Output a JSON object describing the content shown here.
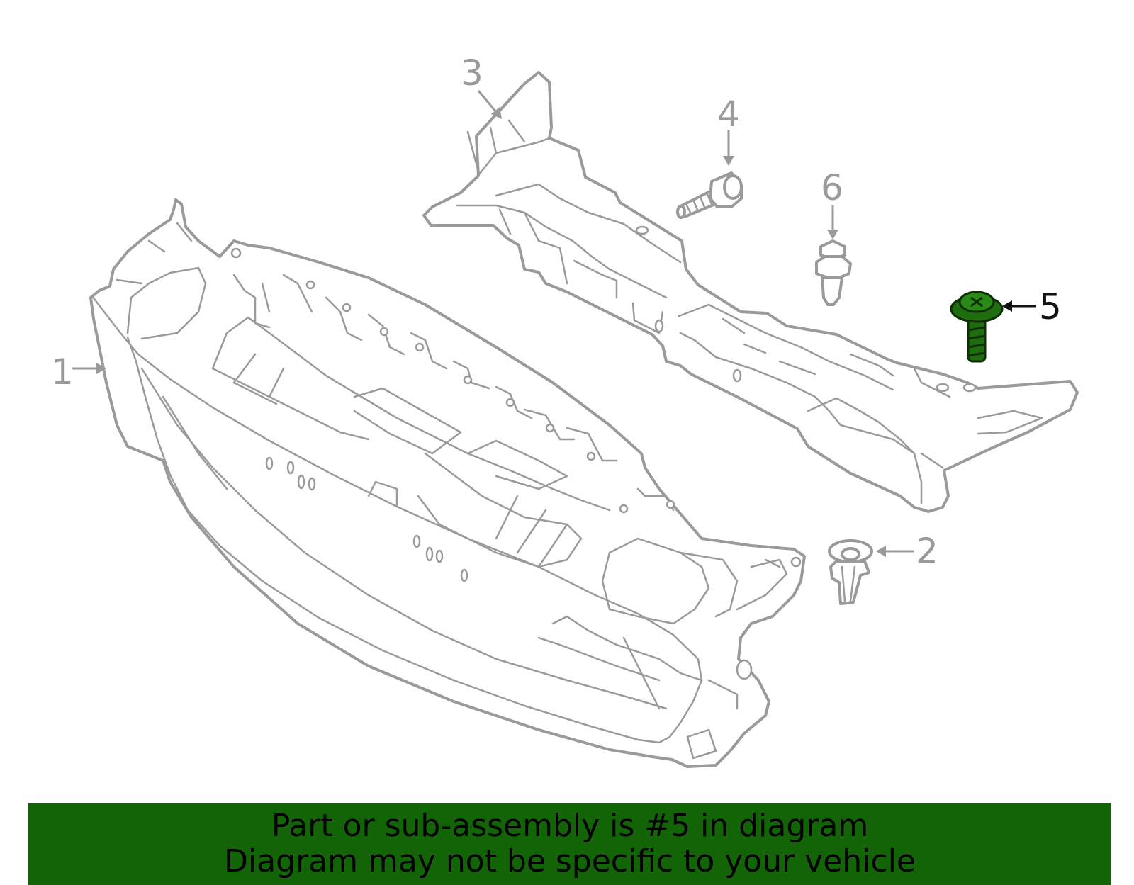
{
  "callouts": {
    "part1": "1",
    "part2": "2",
    "part3": "3",
    "part4": "4",
    "part5": "5",
    "part6": "6"
  },
  "highlighted_part": "5",
  "colors": {
    "banner_background": "#136307",
    "highlight_fill": "#1e6e10",
    "line_gray": "#9a9a9a"
  },
  "banner": {
    "line1": "Part or sub-assembly is #5 in diagram",
    "line2": "Diagram may not be specific to your vehicle"
  }
}
